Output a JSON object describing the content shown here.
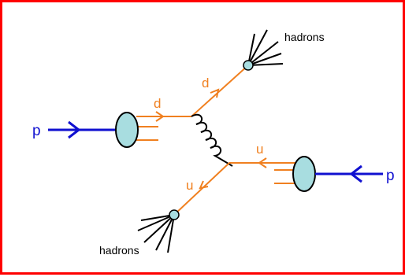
{
  "labels": {
    "proton_left": "p",
    "proton_right": "p",
    "quark_d_in": "d",
    "quark_d_out": "d",
    "quark_u_in": "u",
    "quark_u_out": "u",
    "hadrons_top": "hadrons",
    "hadrons_bottom": "hadrons"
  },
  "colors": {
    "border": "#ff0000",
    "proton": "#1010d0",
    "quark": "#f08020",
    "gluon": "#000000",
    "blob_fill": "#a8dde0",
    "blob_stroke": "#000000",
    "text": "#000000"
  }
}
